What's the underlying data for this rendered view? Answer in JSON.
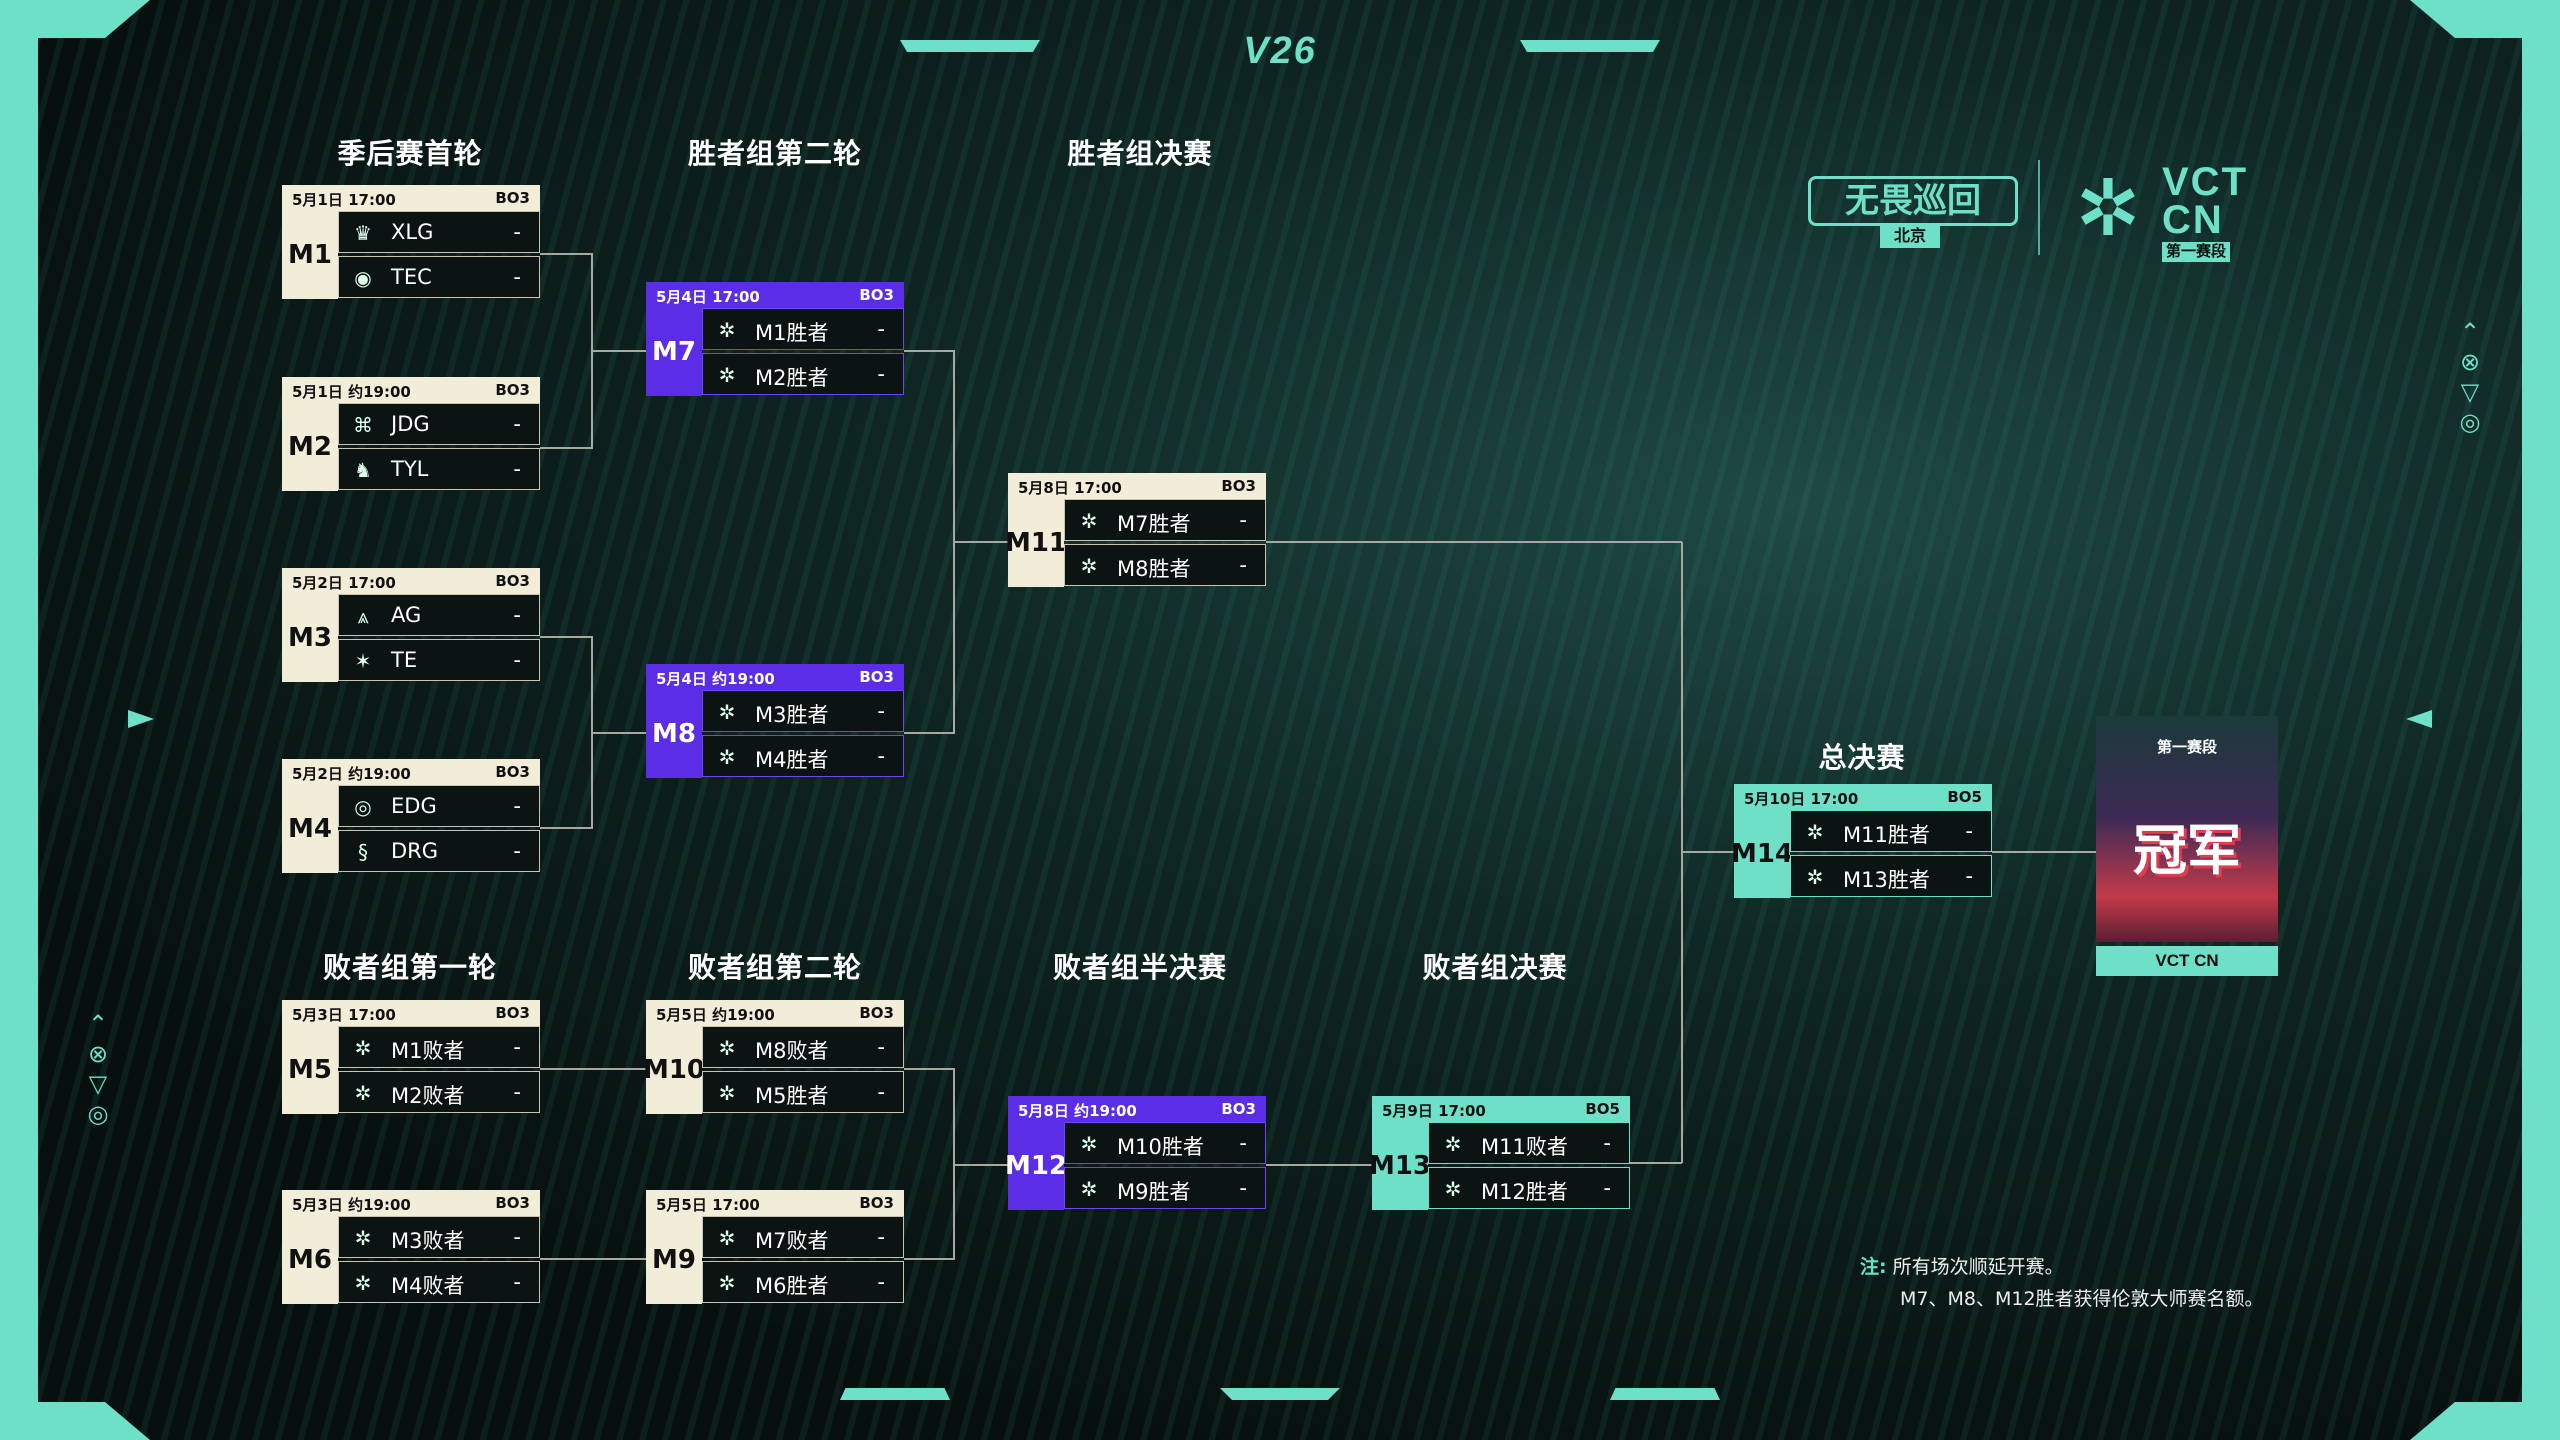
{
  "header": {
    "logo_text": "V26"
  },
  "event": {
    "name": "无畏巡回",
    "city": "北京",
    "brand_top": "VCT",
    "brand_bottom": "CN",
    "stage": "第一赛段"
  },
  "rounds": {
    "playoff_r1": "季后赛首轮",
    "upper_r2": "胜者组第二轮",
    "upper_final": "胜者组决赛",
    "lower_r1": "败者组第一轮",
    "lower_r2": "败者组第二轮",
    "lower_semi": "败者组半决赛",
    "lower_final": "败者组决赛",
    "grand_final": "总决赛"
  },
  "matches": {
    "m1": {
      "id": "M1",
      "date": "5月1日  17:00",
      "bo": "BO3",
      "t1": "XLG",
      "t2": "TEC",
      "s1": "-",
      "s2": "-"
    },
    "m2": {
      "id": "M2",
      "date": "5月1日  约19:00",
      "bo": "BO3",
      "t1": "JDG",
      "t2": "TYL",
      "s1": "-",
      "s2": "-"
    },
    "m3": {
      "id": "M3",
      "date": "5月2日  17:00",
      "bo": "BO3",
      "t1": "AG",
      "t2": "TE",
      "s1": "-",
      "s2": "-"
    },
    "m4": {
      "id": "M4",
      "date": "5月2日  约19:00",
      "bo": "BO3",
      "t1": "EDG",
      "t2": "DRG",
      "s1": "-",
      "s2": "-"
    },
    "m7": {
      "id": "M7",
      "date": "5月4日  17:00",
      "bo": "BO3",
      "t1": "M1胜者",
      "t2": "M2胜者",
      "s1": "-",
      "s2": "-"
    },
    "m8": {
      "id": "M8",
      "date": "5月4日  约19:00",
      "bo": "BO3",
      "t1": "M3胜者",
      "t2": "M4胜者",
      "s1": "-",
      "s2": "-"
    },
    "m11": {
      "id": "M11",
      "date": "5月8日  17:00",
      "bo": "BO3",
      "t1": "M7胜者",
      "t2": "M8胜者",
      "s1": "-",
      "s2": "-"
    },
    "m5": {
      "id": "M5",
      "date": "5月3日  17:00",
      "bo": "BO3",
      "t1": "M1败者",
      "t2": "M2败者",
      "s1": "-",
      "s2": "-"
    },
    "m6": {
      "id": "M6",
      "date": "5月3日  约19:00",
      "bo": "BO3",
      "t1": "M3败者",
      "t2": "M4败者",
      "s1": "-",
      "s2": "-"
    },
    "m10": {
      "id": "M10",
      "date": "5月5日  约19:00",
      "bo": "BO3",
      "t1": "M8败者",
      "t2": "M5胜者",
      "s1": "-",
      "s2": "-"
    },
    "m9": {
      "id": "M9",
      "date": "5月5日  17:00",
      "bo": "BO3",
      "t1": "M7败者",
      "t2": "M6胜者",
      "s1": "-",
      "s2": "-"
    },
    "m12": {
      "id": "M12",
      "date": "5月8日  约19:00",
      "bo": "BO3",
      "t1": "M10胜者",
      "t2": "M9胜者",
      "s1": "-",
      "s2": "-"
    },
    "m13": {
      "id": "M13",
      "date": "5月9日  17:00",
      "bo": "BO5",
      "t1": "M11败者",
      "t2": "M12胜者",
      "s1": "-",
      "s2": "-"
    },
    "m14": {
      "id": "M14",
      "date": "5月10日  17:00",
      "bo": "BO5",
      "t1": "M11胜者",
      "t2": "M13胜者",
      "s1": "-",
      "s2": "-"
    }
  },
  "champion": {
    "stage": "第一赛段",
    "title": "冠军",
    "label": "VCT CN"
  },
  "note": {
    "prefix": "注:",
    "line1": "所有场次顺延开赛。",
    "line2": "M7、M8、M12胜者获得伦敦大师赛名额。"
  },
  "colors": {
    "accent": "#6fe0c8",
    "upper": "#5b2de6",
    "cream": "#f2edd8",
    "bg": "#08100f"
  }
}
